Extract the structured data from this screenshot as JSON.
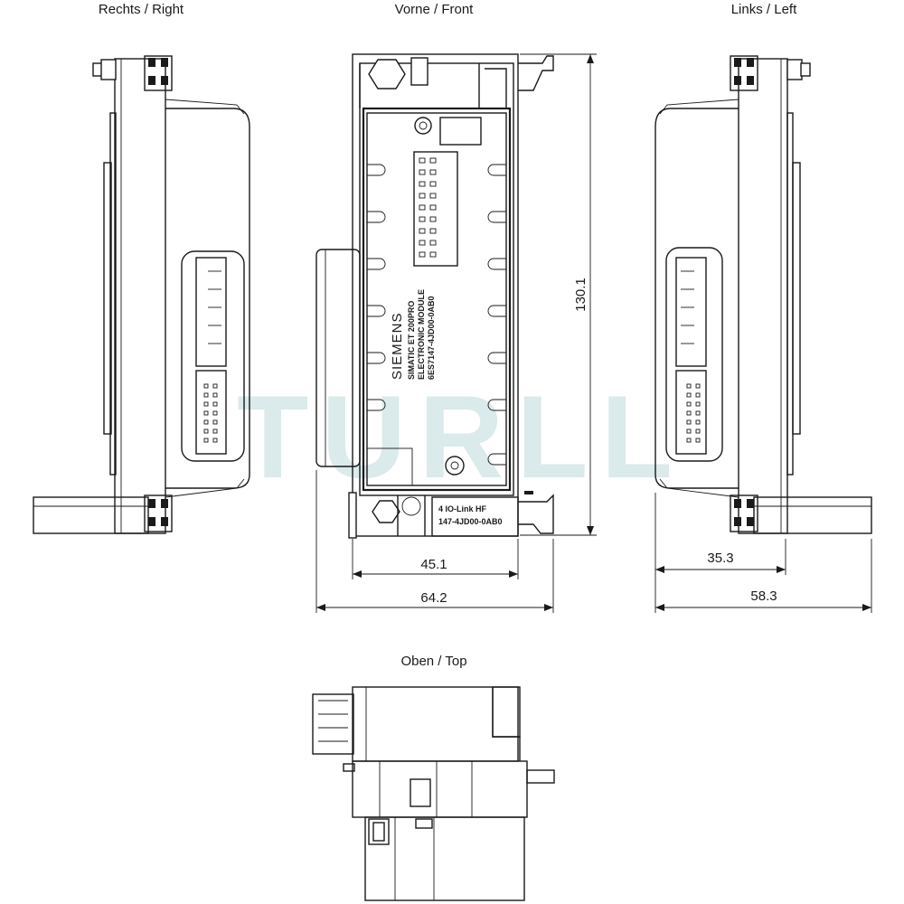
{
  "views": {
    "right": "Rechts / Right",
    "front": "Vorne / Front",
    "left": "Links / Left",
    "top": "Oben / Top"
  },
  "dimensions": {
    "height": "130.1",
    "front_inner_width": "45.1",
    "front_total_width": "64.2",
    "left_inner_width": "35.3",
    "left_total_width": "58.3"
  },
  "module": {
    "brand": "SIEMENS",
    "line1": "SIMATIC ET 200PRO",
    "line2": "ELECTRONIC MODULE",
    "line3": "6ES7147-4JD00-0AB0",
    "plate1": "4 IO-Link HF",
    "plate2": "147-4JD00-0AB0"
  },
  "watermark": "TURLL",
  "colors": {
    "line": "#1a1a1a",
    "watermark": "#cfe3e3"
  }
}
